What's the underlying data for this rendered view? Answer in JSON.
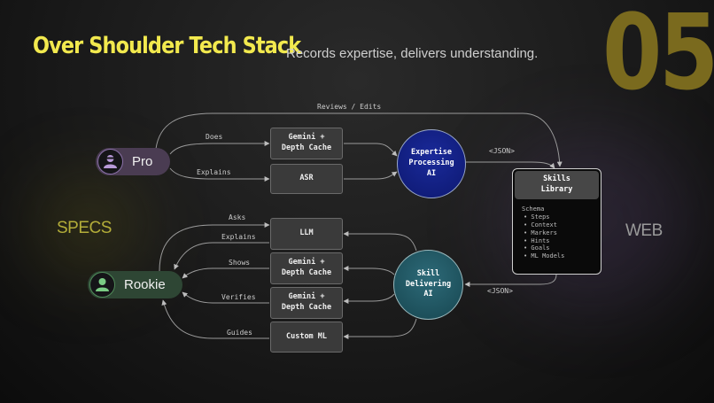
{
  "header": {
    "title": "Over Shoulder Tech Stack",
    "subtitle": "Records expertise, delivers understanding.",
    "slide_number": "05"
  },
  "side_labels": {
    "left": "SPECS",
    "right": "WEB"
  },
  "actors": {
    "pro": "Pro",
    "rookie": "Rookie"
  },
  "components": {
    "gemini_top": "Gemini +\nDepth Cache",
    "asr": "ASR",
    "llm": "LLM",
    "gemini_shows": "Gemini +\nDepth Cache",
    "gemini_verifies": "Gemini +\nDepth Cache",
    "custom_ml": "Custom ML"
  },
  "ai": {
    "expertise": "Expertise\nProcessing\nAI",
    "delivering": "Skill\nDelivering\nAI"
  },
  "skills_library": {
    "title": "Skills\nLibrary",
    "schema_label": "Schema",
    "items": [
      "• Steps",
      "• Context",
      "• Markers",
      "• Hints",
      "• Goals",
      "• ML Models"
    ]
  },
  "flow_labels": {
    "reviews": "Reviews / Edits",
    "does": "Does",
    "explains_pro": "Explains",
    "json_in": "<JSON>",
    "json_out": "<JSON>",
    "asks": "Asks",
    "explains_rookie": "Explains",
    "shows": "Shows",
    "verifies": "Verifies",
    "guides": "Guides"
  },
  "colors": {
    "title": "#f2e94e",
    "slide_number": "#7a6a1e",
    "specs": "#b3ad39",
    "pro_pill": "#4a3c52",
    "rookie_pill": "#2e4634",
    "expertise_ai": "#0d1870",
    "delivering_ai": "#174650"
  }
}
